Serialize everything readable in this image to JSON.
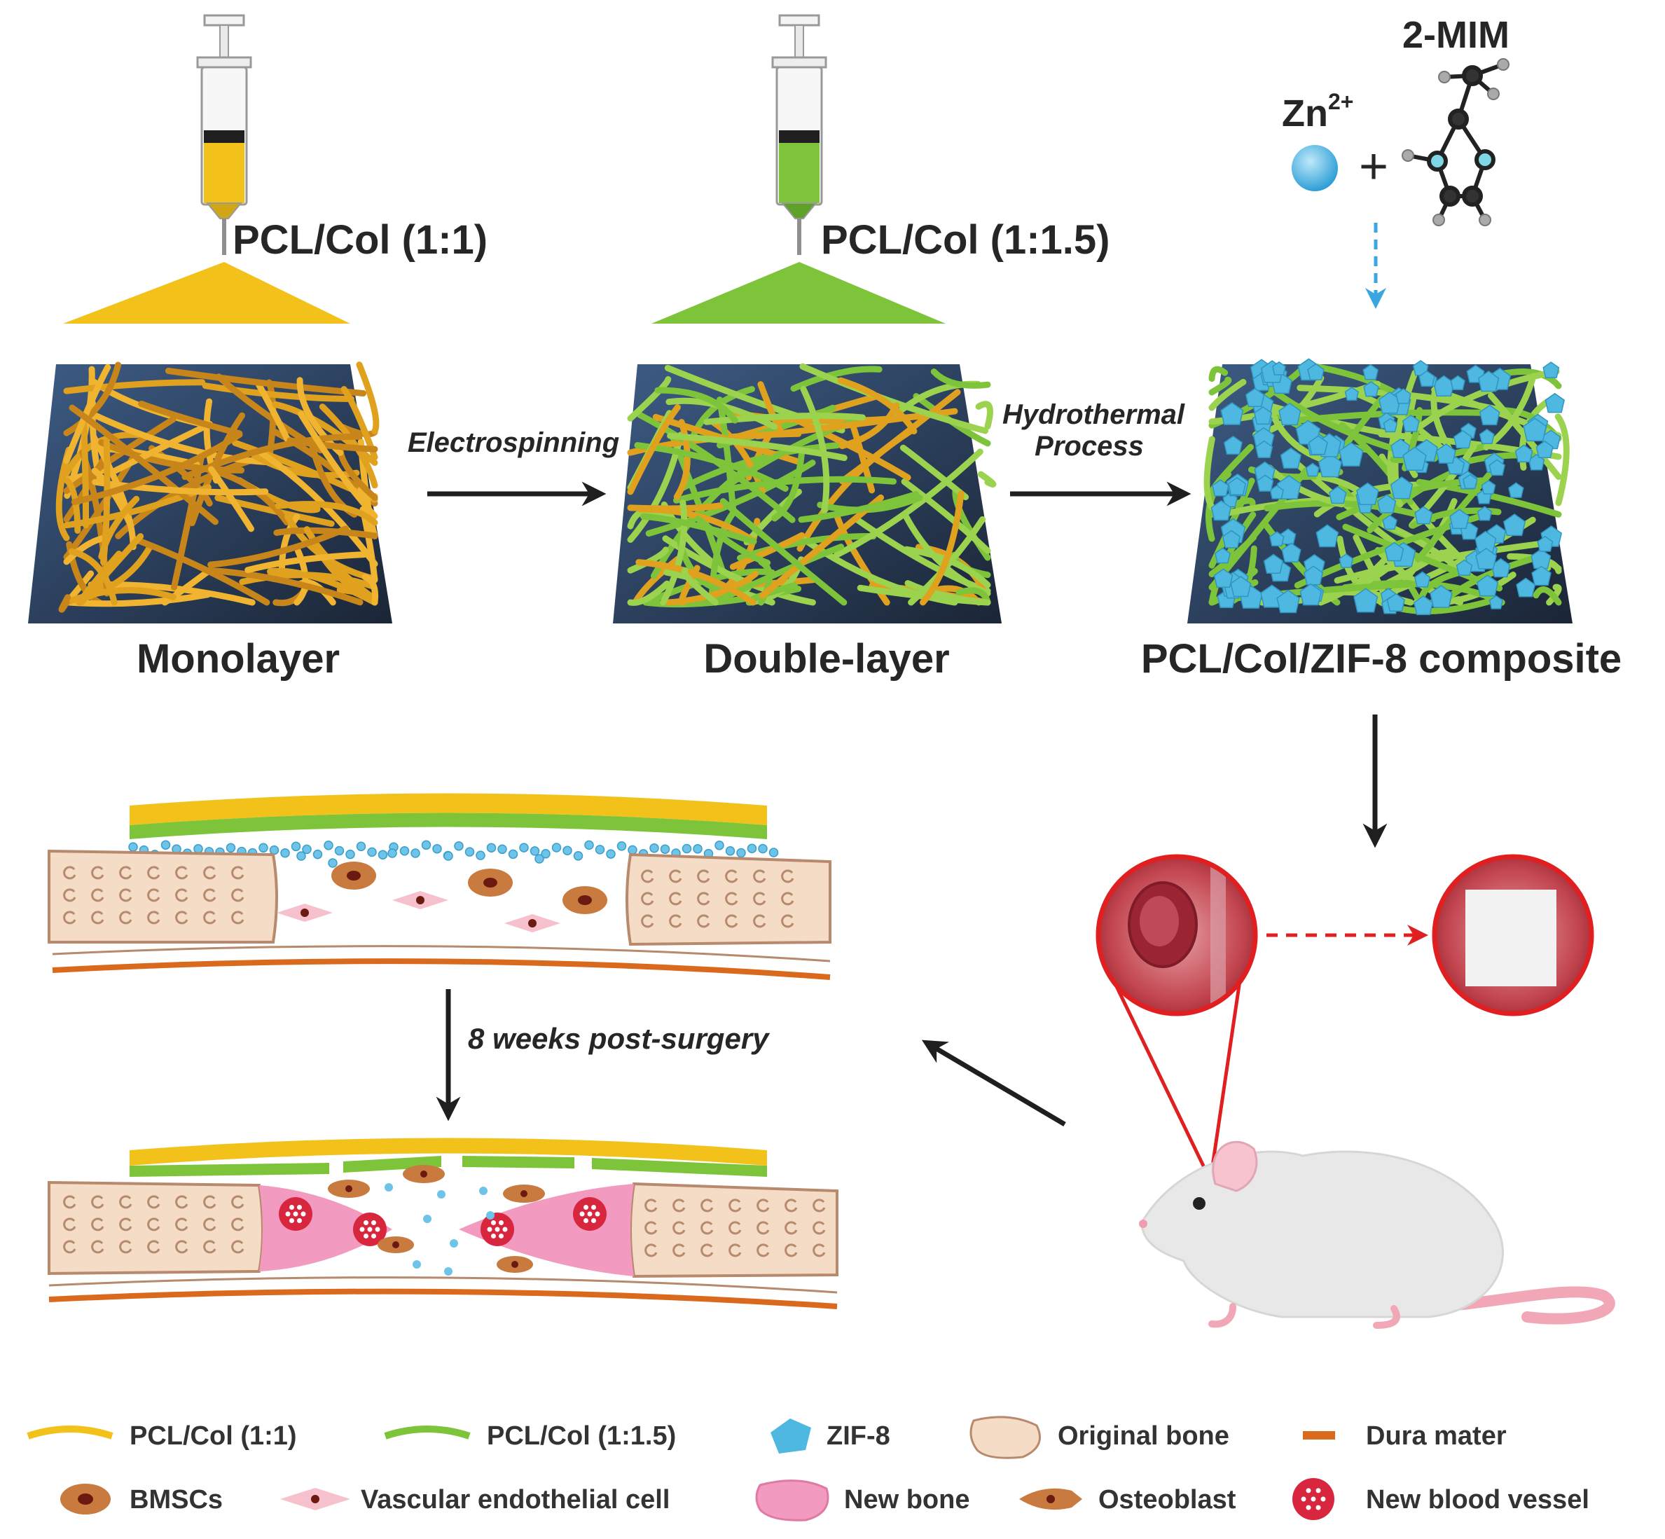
{
  "colors": {
    "yellow": "#F2C21A",
    "orange_fiber": "#E0A21E",
    "green": "#7DC43A",
    "zif": "#4FB8E0",
    "bone": "#F5DCC6",
    "bone_line": "#B7896D",
    "dura": "#D9691C",
    "bmsc": "#C87A3F",
    "pink": "#F29AC0",
    "red": "#D7263D",
    "dark": "#1f1f1f"
  },
  "top": {
    "syringe1_label": "PCL/Col (1:1)",
    "syringe2_label": "PCL/Col (1:1.5)",
    "zn_label": "Zn",
    "zn_superscript": "2+",
    "plus": "+",
    "mim_label": "2-MIM",
    "step1_label": "Electrospinning",
    "step2_line1": "Hydrothermal",
    "step2_line2": "Process",
    "mat1_caption": "Monolayer",
    "mat2_caption": "Double-layer",
    "mat3_caption": "PCL/Col/ZIF-8 composite"
  },
  "bottom": {
    "time_label": "8 weeks post-surgery"
  },
  "legend": [
    {
      "icon": "yellow-line-icon",
      "label": "PCL/Col (1:1)"
    },
    {
      "icon": "green-line-icon",
      "label": "PCL/Col (1:1.5)"
    },
    {
      "icon": "zif8-crystal-icon",
      "label": "ZIF-8"
    },
    {
      "icon": "original-bone-icon",
      "label": "Original bone"
    },
    {
      "icon": "dura-mater-icon",
      "label": "Dura mater"
    },
    {
      "icon": "bmsc-cell-icon",
      "label": "BMSCs"
    },
    {
      "icon": "endothelial-cell-icon",
      "label": "Vascular endothelial cell"
    },
    {
      "icon": "new-bone-icon",
      "label": "New bone"
    },
    {
      "icon": "osteoblast-icon",
      "label": "Osteoblast"
    },
    {
      "icon": "blood-vessel-icon",
      "label": "New blood vessel"
    }
  ]
}
